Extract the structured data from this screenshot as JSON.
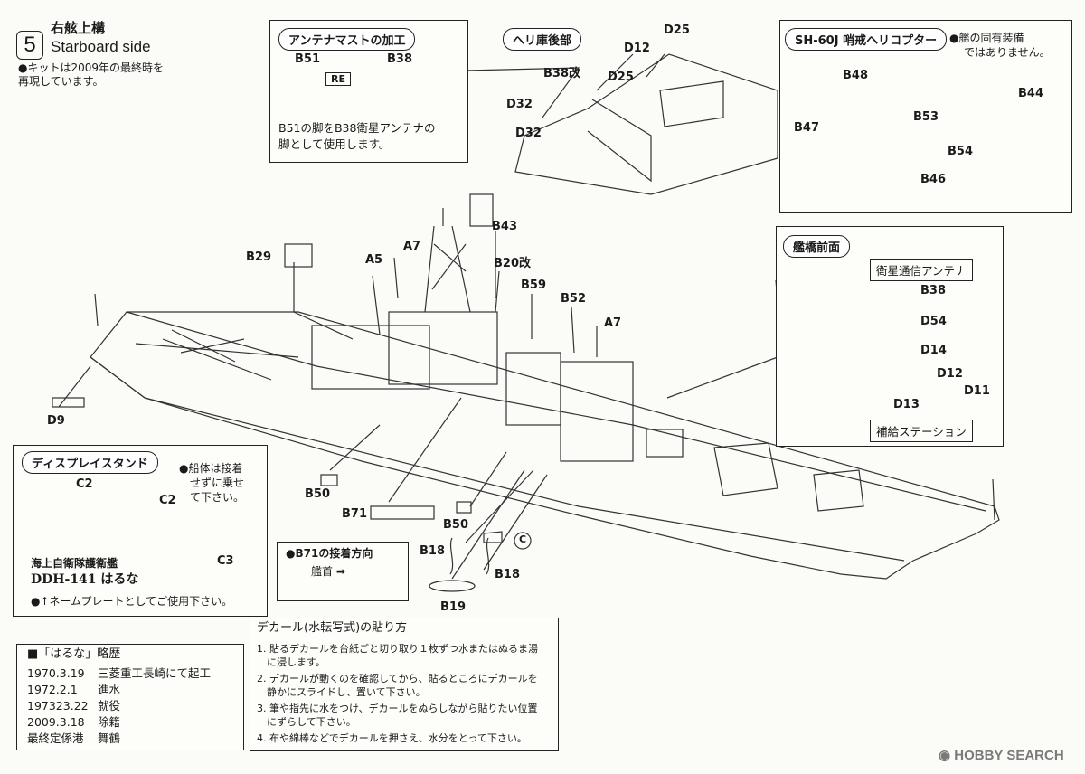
{
  "step": {
    "number": "5",
    "title_ja": "右舷上構",
    "title_en": "Starboard side",
    "note_line1": "●キットは2009年の最終時を",
    "note_line2": "再現しています。"
  },
  "antenna_mast": {
    "title": "アンテナマストの加工",
    "part_a": "B51",
    "part_b": "B38",
    "re_label": "RE",
    "caption_line1": "B51の脚をB38衛星アンテナの",
    "caption_line2": "脚として使用します。"
  },
  "hangar": {
    "title": "ヘリ庫後部",
    "labels": [
      "D25",
      "D12",
      "B38改",
      "D25",
      "D32",
      "D32"
    ]
  },
  "heli": {
    "title": "SH-60J 哨戒ヘリコプター",
    "note_line1": "●艦の固有装備",
    "note_line2": "ではありません。",
    "labels": [
      "B48",
      "B44",
      "B53",
      "B47",
      "B54",
      "B46"
    ]
  },
  "bridge_front": {
    "title": "艦橋前面",
    "antenna_caption": "衛星通信アンテナ",
    "supply_caption": "補給ステーション",
    "labels": [
      "B38",
      "D54",
      "D14",
      "D12",
      "D13",
      "D11"
    ]
  },
  "ship_labels": [
    "B29",
    "A7",
    "A5",
    "B43",
    "B20改",
    "B59",
    "B52",
    "A7",
    "D9",
    "B50",
    "B71",
    "B50",
    "B18",
    "B18",
    "B19",
    "C"
  ],
  "stand": {
    "title": "ディスプレイスタンド",
    "note_line1": "●船体は接着",
    "note_line2": "せずに乗せ",
    "note_line3": "て下さい。",
    "labels": [
      "C2",
      "C2",
      "C3"
    ],
    "plate_line1": "海上自衛隊護衛艦",
    "plate_line2": "DDH-141 はるな",
    "plate_caption": "●↑ネームプレートとしてご使用下さい。"
  },
  "b71_dir": {
    "title": "●B71の接着方向",
    "arrow_label": "艦首 ➡"
  },
  "history": {
    "title": "■「はるな」略歴",
    "rows": [
      {
        "date": "1970.3.19",
        "event": "三菱重工長崎にて起工"
      },
      {
        "date": "1972.2.1",
        "event": "進水"
      },
      {
        "date": "197323.22",
        "event": "就役"
      },
      {
        "date": "2009.3.18",
        "event": "除籍"
      },
      {
        "date": "最終定係港",
        "event": "舞鶴"
      }
    ]
  },
  "decal": {
    "title": "デカール(水転写式)の貼り方",
    "lines": [
      "1. 貼るデカールを台紙ごと切り取り１枚ずつ水またはぬるま湯",
      "　に浸します。",
      "2. デカールが動くのを確認してから、貼るところにデカールを",
      "　静かにスライドし、置いて下さい。",
      "3. 筆や指先に水をつけ、デカールをぬらしながら貼りたい位置",
      "　にずらして下さい。",
      "4. 布や綿棒などでデカールを押さえ、水分をとって下さい。"
    ]
  },
  "watermark": "HOBBY SEARCH"
}
